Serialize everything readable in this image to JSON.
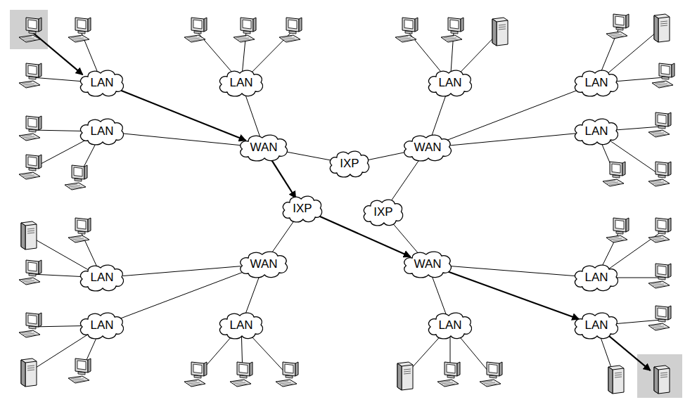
{
  "diagram": {
    "nodes": [
      {
        "text": [
          "LAN"
        ]
      },
      {
        "text": [
          "LAN"
        ]
      },
      {
        "text": [
          "LAN"
        ]
      },
      {
        "text": [
          "LAN"
        ]
      },
      {
        "text": [
          "LAN"
        ]
      },
      {
        "text": [
          "WAN"
        ]
      },
      {
        "text": [
          "IXP"
        ]
      },
      {
        "text": [
          "WAN"
        ]
      },
      {
        "text": [
          "LAN"
        ]
      },
      {
        "text": [
          "IXP"
        ]
      },
      {
        "text": [
          "IXP"
        ]
      },
      {
        "text": [
          "WAN"
        ]
      },
      {
        "text": [
          "WAN"
        ]
      },
      {
        "text": [
          "LAN"
        ]
      },
      {
        "text": [
          "LAN"
        ]
      },
      {
        "text": [
          "LAN"
        ]
      },
      {
        "text": [
          "LAN"
        ]
      },
      {
        "text": [
          "LAN"
        ]
      },
      {
        "text": [
          "LAN"
        ]
      }
    ],
    "edges": [
      {
        "from": 0,
        "to": 5,
        "arrow": "to"
      },
      {
        "from": 1,
        "to": 5,
        "arrow": "none"
      },
      {
        "from": 4,
        "to": 5,
        "arrow": "none"
      },
      {
        "from": 5,
        "to": 6,
        "arrow": "none"
      },
      {
        "from": 6,
        "to": 7,
        "arrow": "none"
      },
      {
        "from": 2,
        "to": 7,
        "arrow": "none"
      },
      {
        "from": 3,
        "to": 7,
        "arrow": "none"
      },
      {
        "from": 8,
        "to": 7,
        "arrow": "none"
      },
      {
        "from": 5,
        "to": 9,
        "arrow": "to"
      },
      {
        "from": 9,
        "to": 12,
        "arrow": "to"
      },
      {
        "from": 7,
        "to": 10,
        "arrow": "none"
      },
      {
        "from": 10,
        "to": 12,
        "arrow": "none"
      },
      {
        "from": 9,
        "to": 11,
        "arrow": "none"
      },
      {
        "from": 11,
        "to": 13,
        "arrow": "none"
      },
      {
        "from": 11,
        "to": 15,
        "arrow": "none"
      },
      {
        "from": 11,
        "to": 16,
        "arrow": "none"
      },
      {
        "from": 12,
        "to": 14,
        "arrow": "none"
      },
      {
        "from": 12,
        "to": 17,
        "arrow": "none"
      },
      {
        "from": 12,
        "to": 18,
        "arrow": "to"
      }
    ]
  }
}
